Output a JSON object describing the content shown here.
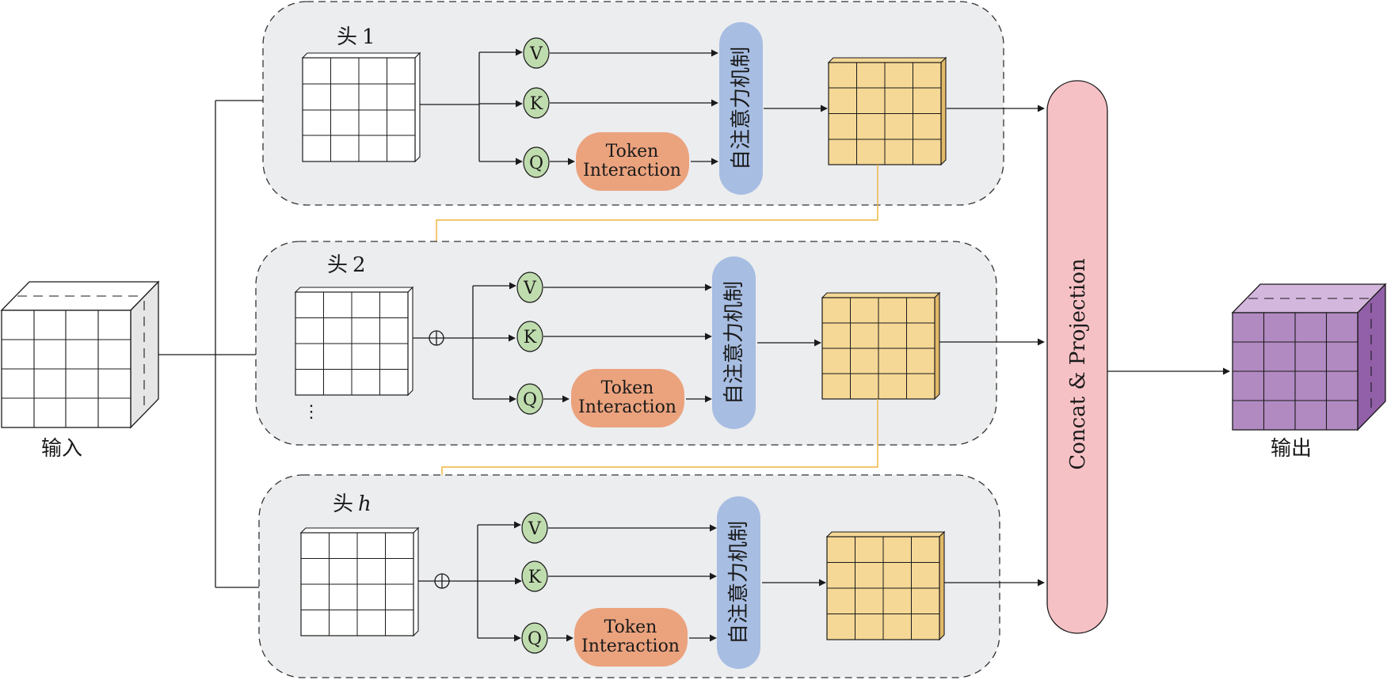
{
  "input_label": "输入",
  "output_label": "输出",
  "concat_label": "Concat & Projection",
  "dots": "⋮",
  "colors": {
    "head_panel": "#ecedef",
    "qkv_fill": "#bfdcae",
    "token_fill": "#eba37e",
    "attention_fill": "#a7bde2",
    "result_fill": "#f5d896",
    "concat_fill": "#f6c1c5",
    "output_fill": "#b28ac2",
    "arrow_orange": "#f0b43c"
  },
  "heads": [
    {
      "title_prefix": "头",
      "title_index": "1",
      "v": "V",
      "k": "K",
      "q": "Q",
      "token_line1": "Token",
      "token_line2": "Interaction",
      "attention": "自注意力机制"
    },
    {
      "title_prefix": "头",
      "title_index": "2",
      "v": "V",
      "k": "K",
      "q": "Q",
      "token_line1": "Token",
      "token_line2": "Interaction",
      "attention": "自注意力机制"
    },
    {
      "title_prefix": "头",
      "title_index": "h",
      "v": "V",
      "k": "K",
      "q": "Q",
      "token_line1": "Token",
      "token_line2": "Interaction",
      "attention": "自注意力机制"
    }
  ]
}
